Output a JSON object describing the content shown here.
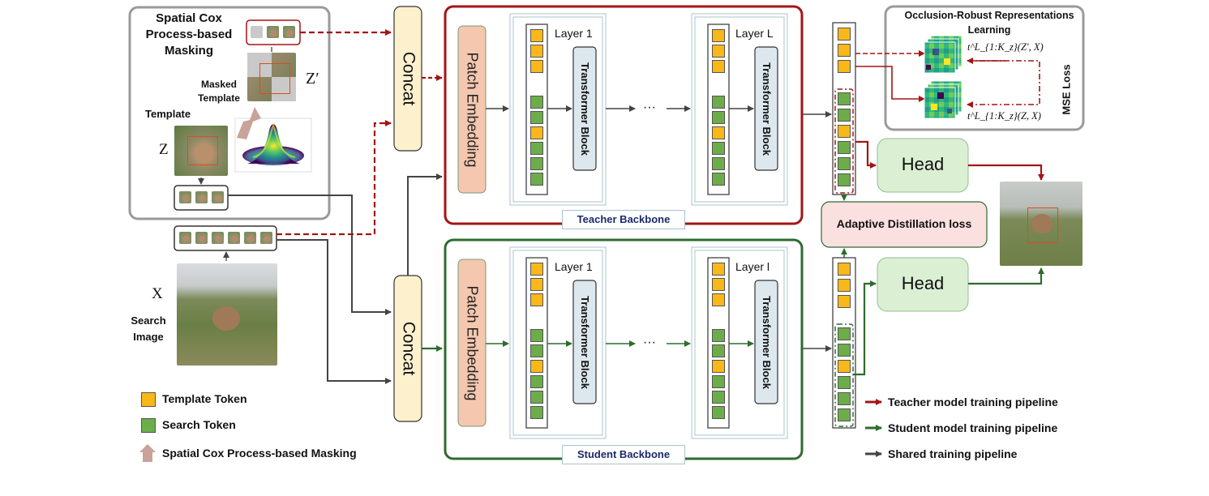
{
  "masking_box": {
    "title": "Spatial Cox Process-based Masking",
    "masked_template_label": "Masked Template",
    "z_prime_symbol": "Z′",
    "template_label": "Template",
    "z_symbol": "Z"
  },
  "search": {
    "x_symbol": "X",
    "label": "Search Image"
  },
  "concat_labels": [
    "Concat",
    "Concat"
  ],
  "teacher": {
    "title": "Teacher Backbone",
    "patch_embedding": "Patch Embedding",
    "layer_first": "Layer 1",
    "layer_last": "Layer L",
    "transformer_block": "Transformer Block",
    "dots": "···"
  },
  "student": {
    "title": "Student Backbone",
    "patch_embedding": "Patch Embedding",
    "layer_first": "Layer 1",
    "layer_last": "Layer l",
    "transformer_block": "Transformer Block",
    "dots": "···"
  },
  "occlusion": {
    "title": "Occlusion-Robust Representations Learning",
    "feature_masked": "t^L_{1:K_z}(Z′, X)",
    "feature_clean": "t^L_{1:K_z}(Z, X)",
    "mse_loss": "MSE Loss"
  },
  "heads": [
    "Head",
    "Head"
  ],
  "adaptive_distillation": "Adaptive Distillation loss",
  "legend": {
    "template_token": "Template Token",
    "search_token": "Search Token",
    "masking": "Spatial Cox Process-based Masking",
    "teacher_pipeline": "Teacher model training pipeline",
    "student_pipeline": "Student model training pipeline",
    "shared_pipeline": "Shared training pipeline"
  },
  "colors": {
    "teacher": "#a31515",
    "student": "#2e6b2e",
    "shared": "#444444",
    "template_token": "#f9b81a",
    "search_token": "#6cad4a",
    "concat_fill": "#fdf0cd",
    "patch_fill": "#f4c7ae",
    "transformer_fill": "#dde8ee",
    "head_fill": "#dbefd3",
    "adaptive_fill": "#fbe0e0",
    "masking_arrow": "#c9a29a"
  }
}
